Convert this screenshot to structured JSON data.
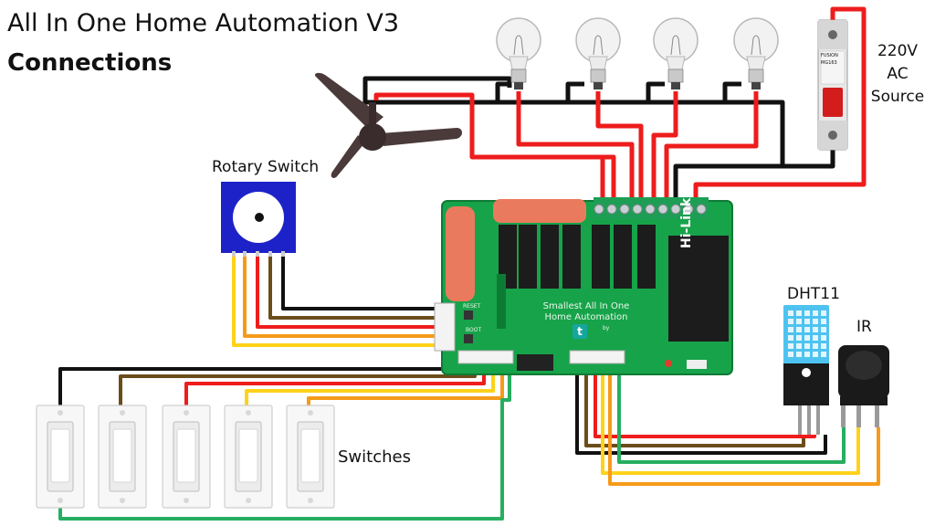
{
  "header": {
    "title": "All In One Home Automation V3",
    "subtitle": "Connections"
  },
  "labels": {
    "rotary_switch": "Rotary Switch",
    "ac_source": "220V AC Source",
    "dht11": "DHT11",
    "ir": "IR",
    "switches": "Switches"
  },
  "pcb": {
    "title": "Smallest All In One Home Automation",
    "reset": "RESET",
    "boot": "BOOT",
    "by": "by",
    "logo": "t",
    "module": "Hi-Link"
  },
  "breaker": {
    "brand": "FUSION",
    "model": "MG163"
  },
  "colors": {
    "wire_red": "#ee1c1c",
    "wire_black": "#111111",
    "wire_brown": "#6b4d1a",
    "wire_orange": "#f59b1a",
    "wire_yellow": "#ffd21a",
    "wire_green": "#27ae60",
    "pcb_green": "#17a34a",
    "relay_black": "#1c1c1c",
    "rotary_blue": "#1d22c8"
  }
}
